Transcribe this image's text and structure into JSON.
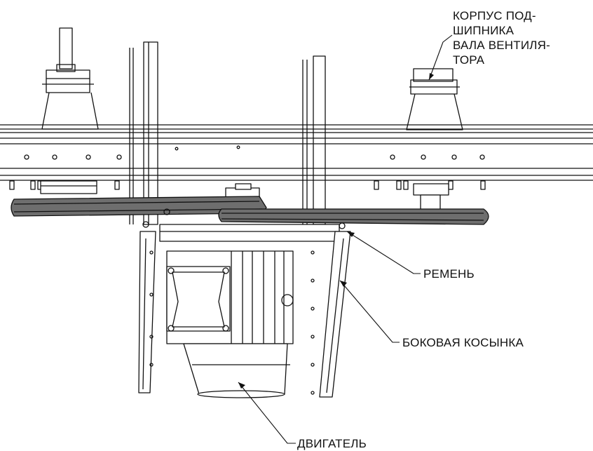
{
  "callouts": {
    "bearing_housing": {
      "lines": [
        "КОРПУС ПОД-",
        "ШИПНИКА",
        "ВАЛА ВЕНТИЛЯ-",
        "ТОРА"
      ]
    },
    "belt": {
      "label": "РЕМЕНЬ"
    },
    "side_gusset": {
      "label": "БОКОВАЯ КОСЫНКА"
    },
    "motor": {
      "label": "ДВИГАТЕЛЬ"
    }
  },
  "colors": {
    "line": "#111111",
    "belt": "#6e6e6e",
    "housing_fill": "#f4f4f4",
    "background": "#ffffff"
  }
}
